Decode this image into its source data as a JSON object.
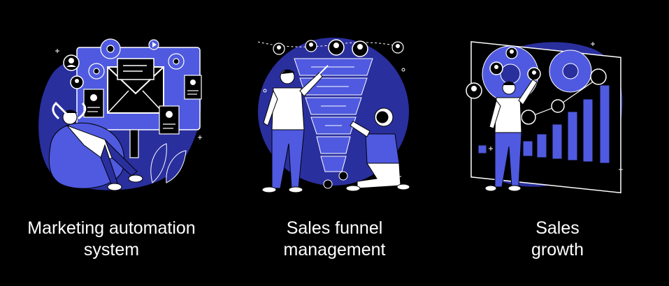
{
  "colors": {
    "background": "#000000",
    "blob": "#2a2f9e",
    "accent": "#4f5ae0",
    "light": "#ffffff"
  },
  "panels": [
    {
      "caption_line1": "Marketing automation",
      "caption_line2": "system",
      "icons": [
        "gear-icon",
        "envelope-icon",
        "play-icon",
        "user-avatar-icon",
        "contact-card-icon",
        "leaf-icon"
      ]
    },
    {
      "caption_line1": "Sales funnel",
      "caption_line2": "management",
      "icons": [
        "funnel-icon",
        "user-avatar-icon",
        "dollar-coin-icon"
      ]
    },
    {
      "caption_line1": "Sales",
      "caption_line2": "growth",
      "icons": [
        "gear-icon",
        "bar-chart-icon",
        "dollar-coin-icon",
        "user-avatar-icon"
      ]
    }
  ]
}
